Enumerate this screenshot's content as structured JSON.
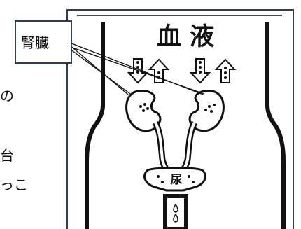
{
  "label": {
    "text": "腎臓"
  },
  "title": {
    "text": "血 液"
  },
  "bladder_text": "尿",
  "side_fragments": [
    "の",
    "台",
    "っこ"
  ]
}
